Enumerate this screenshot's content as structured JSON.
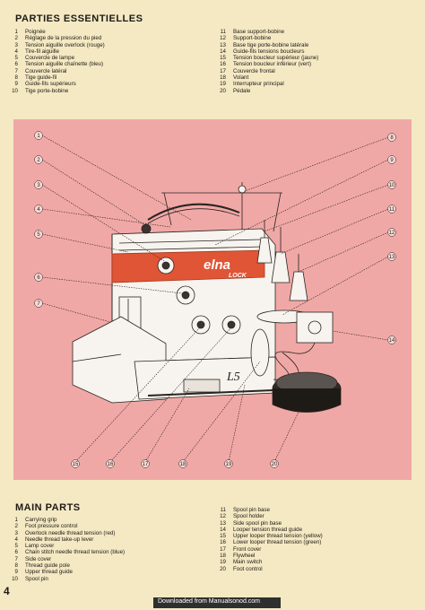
{
  "page_number": "4",
  "footer": {
    "text": "Downloaded from Manualsonod.com"
  },
  "french": {
    "title": "PARTIES ESSENTIELLES",
    "items_left": [
      {
        "num": "1",
        "label": "Poignée"
      },
      {
        "num": "2",
        "label": "Réglage de la pression du pied"
      },
      {
        "num": "3",
        "label": "Tension aiguille overlock (rouge)"
      },
      {
        "num": "4",
        "label": "Tire-fil aiguille"
      },
      {
        "num": "5",
        "label": "Couvercle de lampe"
      },
      {
        "num": "6",
        "label": "Tension aiguille chaînette (bleu)"
      },
      {
        "num": "7",
        "label": "Couvercle latéral"
      },
      {
        "num": "8",
        "label": "Tige guide-fil"
      },
      {
        "num": "9",
        "label": "Guide-fils supérieurs"
      },
      {
        "num": "10",
        "label": "Tige porte-bobine"
      }
    ],
    "items_right": [
      {
        "num": "11",
        "label": "Base support-bobine"
      },
      {
        "num": "12",
        "label": "Support-bobine"
      },
      {
        "num": "13",
        "label": "Base tige porte-bobine latérale"
      },
      {
        "num": "14",
        "label": "Guide-fils tensions boucleurs"
      },
      {
        "num": "15",
        "label": "Tension boucleur supérieur (jaune)"
      },
      {
        "num": "16",
        "label": "Tension boucleur inférieur (vert)"
      },
      {
        "num": "17",
        "label": "Couvercle frontal"
      },
      {
        "num": "18",
        "label": "Volant"
      },
      {
        "num": "19",
        "label": "Interrupteur principal"
      },
      {
        "num": "20",
        "label": "Pédale"
      }
    ]
  },
  "english": {
    "title": "MAIN PARTS",
    "items_left": [
      {
        "num": "1",
        "label": "Carrying grip"
      },
      {
        "num": "2",
        "label": "Foot pressure control"
      },
      {
        "num": "3",
        "label": "Overlock needle thread tension (red)"
      },
      {
        "num": "4",
        "label": "Needle thread take-up lever"
      },
      {
        "num": "5",
        "label": "Lamp cover"
      },
      {
        "num": "6",
        "label": "Chain stitch needle thread tension (blue)"
      },
      {
        "num": "7",
        "label": "Side cover"
      },
      {
        "num": "8",
        "label": "Thread guide pole"
      },
      {
        "num": "9",
        "label": "Upper thread guide"
      },
      {
        "num": "10",
        "label": "Spool pin"
      }
    ],
    "items_right": [
      {
        "num": "11",
        "label": "Spool pin base"
      },
      {
        "num": "12",
        "label": "Spool holder"
      },
      {
        "num": "13",
        "label": "Side spool pin base"
      },
      {
        "num": "14",
        "label": "Looper tension thread guide"
      },
      {
        "num": "15",
        "label": "Upper looper thread tension (yellow)"
      },
      {
        "num": "16",
        "label": "Lower looper thread tension (green)"
      },
      {
        "num": "17",
        "label": "Front cover"
      },
      {
        "num": "18",
        "label": "Flywheel"
      },
      {
        "num": "19",
        "label": "Main switch"
      },
      {
        "num": "20",
        "label": "Foot control"
      }
    ]
  },
  "diagram": {
    "brand": "elna",
    "model": "LOCK",
    "side_mark": "L5",
    "callouts_left": [
      "1",
      "2",
      "3",
      "4",
      "5",
      "6",
      "7"
    ],
    "callouts_right": [
      "8",
      "9",
      "10",
      "11",
      "12",
      "13",
      "14"
    ],
    "callouts_bottom": [
      "15",
      "16",
      "17",
      "18",
      "19",
      "20"
    ],
    "colors": {
      "panel": "#f0a8a6",
      "stripe": "#e05535",
      "machine": "#f7f3ee",
      "ink": "#2a2420"
    }
  }
}
